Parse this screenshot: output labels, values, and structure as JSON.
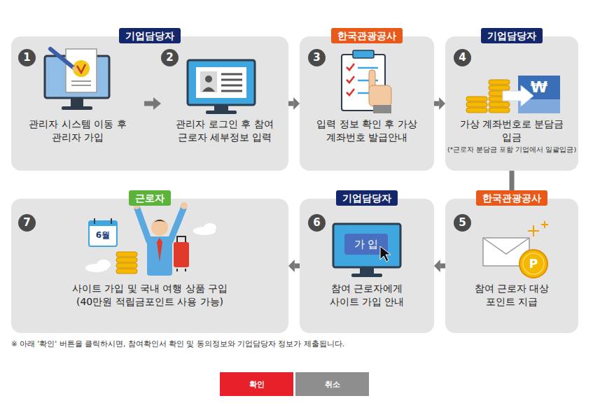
{
  "diagram": {
    "nodes": [
      {
        "text": [
          "기업담당자"
        ]
      },
      {
        "text": [
          "1",
          "관리자 시스템 이동 후 관리자 가입"
        ],
        "in": 0
      },
      {
        "text": [
          "2",
          "관리자 로그인 후 참여 근로자 세부정보 입력"
        ],
        "in": 0
      },
      {
        "text": [
          "한국관광공사",
          "3",
          "입력 정보 확인 후 가상 계좌번호 발급안내"
        ]
      },
      {
        "text": [
          "기업담당자",
          "4",
          "가상 계좌번호로 분담금 입금",
          "(*근로자 분담금 포함 기업에서 일괄입금)"
        ]
      },
      {
        "text": [
          "한국관광공사",
          "5",
          "참여 근로자 대상 포인트 지급"
        ]
      },
      {
        "text": [
          "기업담당자",
          "6",
          "참여 근로자에게 사이트 가입 안내"
        ]
      },
      {
        "text": [
          "근로자",
          "7",
          "사이트 가입 및 국내 여행 상품 구입 (40만원 적립금포인트 사용 가능)"
        ]
      },
      {
        "text": [
          "확인"
        ]
      },
      {
        "text": [
          "취소"
        ]
      }
    ],
    "edges": [
      {
        "from": 1,
        "to": 2,
        "arrow": "to"
      },
      {
        "from": 0,
        "to": 3,
        "arrow": "to"
      },
      {
        "from": 3,
        "to": 4,
        "arrow": "to"
      },
      {
        "from": 4,
        "to": 5,
        "arrow": "to"
      },
      {
        "from": 5,
        "to": 6,
        "arrow": "to"
      },
      {
        "from": 6,
        "to": 7,
        "arrow": "to"
      }
    ],
    "labels": [
      "₩",
      "P",
      "가 입",
      "6월",
      "※ 아래 '확인' 버튼을 클릭하시면, 참여확인서 확인 및 동의정보와 기업담당자 정보가 제출됩니다."
    ]
  }
}
